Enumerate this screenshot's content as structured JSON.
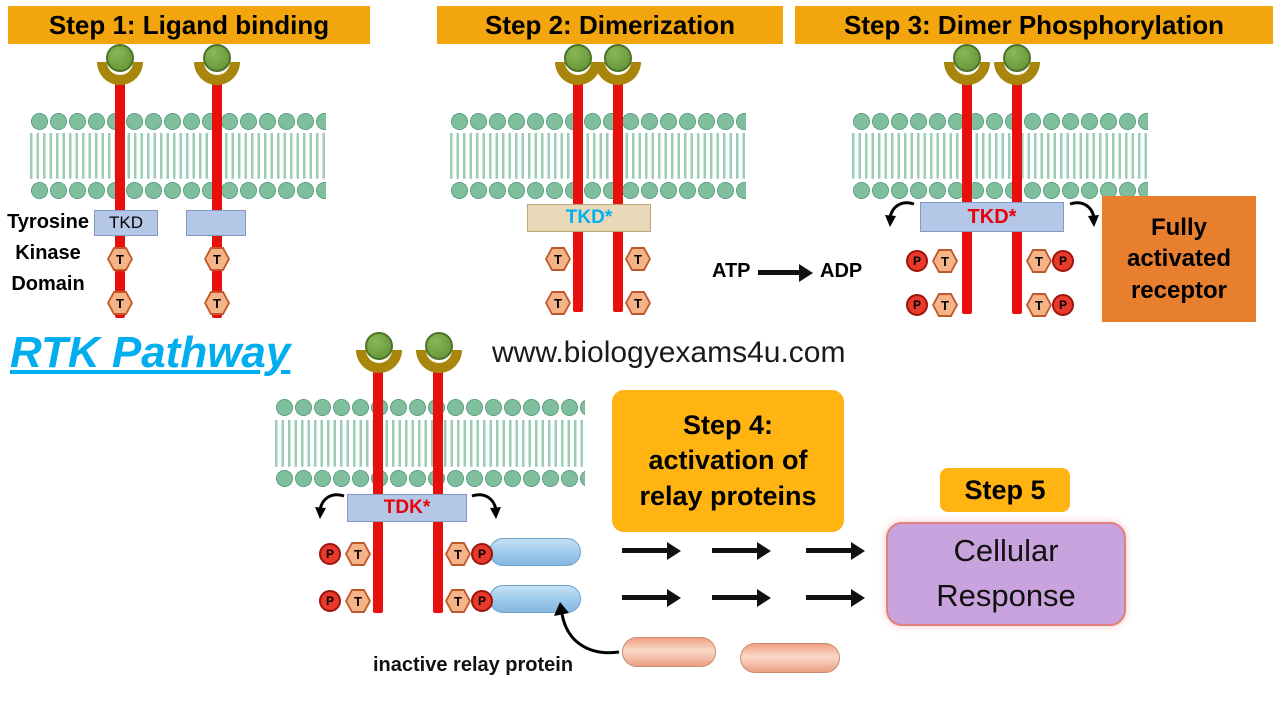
{
  "diagram": {
    "title": "RTK Pathway",
    "watermark": "www.biologyexams4u.com"
  },
  "step1": {
    "header": "Step 1: Ligand binding",
    "tkd": "TKD",
    "side_label": "Tyrosine\nKinase\nDomain"
  },
  "step2": {
    "header": "Step 2: Dimerization",
    "tkd": "TKD*"
  },
  "step3": {
    "header": "Step 3: Dimer Phosphorylation",
    "tkd": "TKD*",
    "atp": "ATP",
    "adp": "ADP",
    "fully_activated": "Fully\nactivated\nreceptor"
  },
  "step4": {
    "header": "Step 4:\nactivation of\nrelay proteins"
  },
  "step5": {
    "header": "Step 5",
    "cellular_response": "Cellular\nResponse"
  },
  "bottom": {
    "tdk": "TDK*",
    "inactive_relay": "inactive relay protein"
  },
  "glyphs": {
    "tyrosine": "T",
    "phosphate": "P"
  },
  "colors": {
    "header_yellow": "#f2a50c",
    "step_yellow": "#ffb412",
    "receptor_red": "#e8100c",
    "membrane_green": "#7fbf9d",
    "tkd_blue": "#b4c7e7",
    "tkd_tan": "#e9d9b8",
    "tkd_star_cyan": "#00b0f0",
    "tkd_star_red": "#e8000d",
    "ligand_green": "#5e8f33",
    "tyrosine_salmon": "#f4b488",
    "phosphate_red": "#e8392b",
    "activated_orange": "#e87f2e",
    "response_purple": "#c9a3dd",
    "title_cyan": "#00aeef",
    "relay_blue": "#9cc9ec",
    "relay_salmon": "#f2b094"
  }
}
